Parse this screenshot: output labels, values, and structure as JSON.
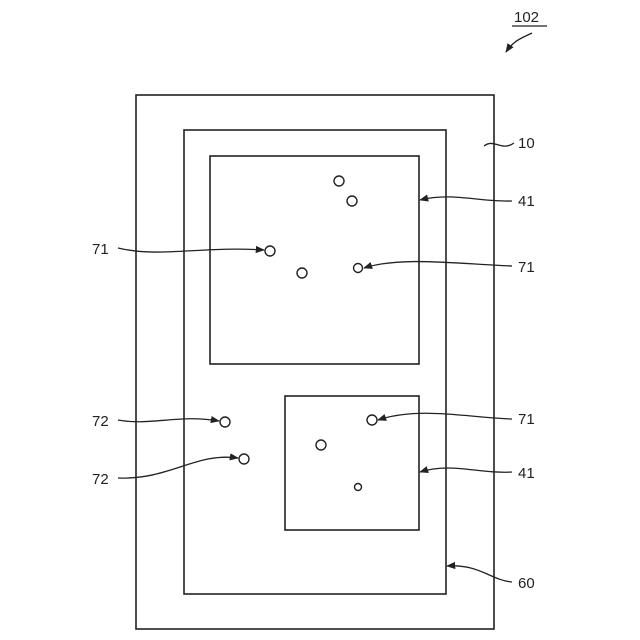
{
  "figure_ref": "102",
  "labels": {
    "substrate": "10",
    "frame": "60",
    "region_top": "41",
    "region_bottom": "41",
    "particle_left_top": "71",
    "particle_right_top": "71",
    "particle_right_bottom": "71",
    "particle_left_a": "72",
    "particle_left_b": "72"
  }
}
